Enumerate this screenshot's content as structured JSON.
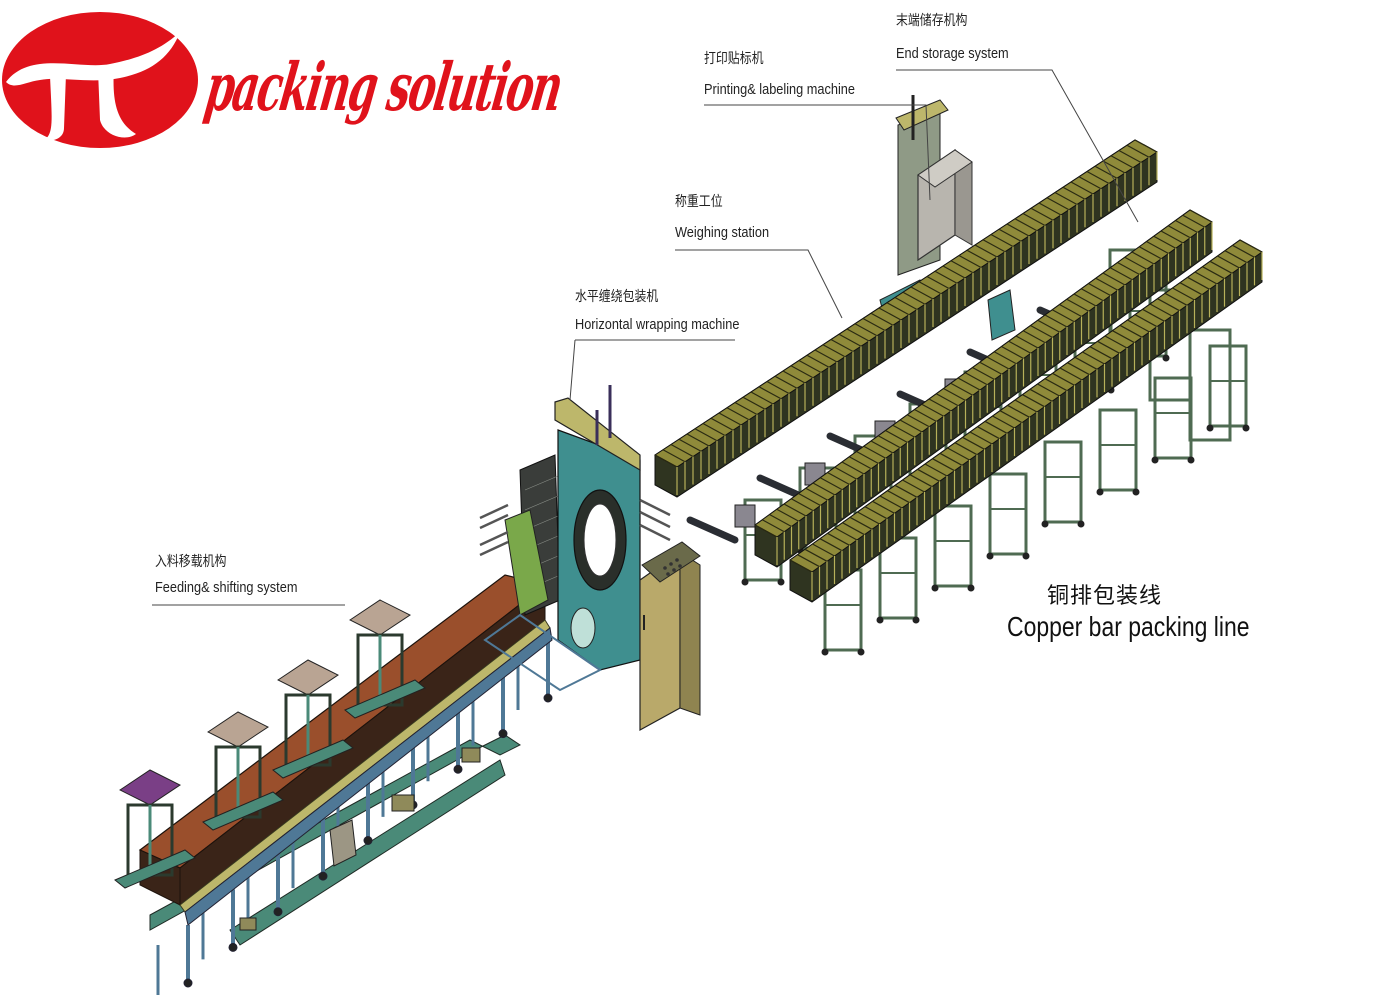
{
  "logo": {
    "symbol": "π",
    "text": "packing solution",
    "color": "#e0121b"
  },
  "title": {
    "cn": "铜排包装线",
    "en": "Copper bar packing line"
  },
  "callouts": [
    {
      "id": "end-storage",
      "cn": "末端储存机构",
      "en": "End storage system"
    },
    {
      "id": "printing-labeling",
      "cn": "打印贴标机",
      "en": "Printing& labeling machine"
    },
    {
      "id": "weighing",
      "cn": "称重工位",
      "en": "Weighing station"
    },
    {
      "id": "wrapping",
      "cn": "水平缠绕包装机",
      "en": "Horizontal wrapping machine"
    },
    {
      "id": "feeding",
      "cn": "入料移载机构",
      "en": "Feeding& shifting system"
    }
  ],
  "colors": {
    "frame_green": "#4f6b52",
    "frame_dark": "#2b3a2e",
    "conveyor_olive": "#8f8a3a",
    "conveyor_slat": "#b7b15a",
    "copper_top": "#9a4f2c",
    "copper_dark": "#3a2418",
    "wrapper_teal": "#3f8f8f",
    "wrapper_yellow": "#bdb76b",
    "panel_khaki": "#b9a96a",
    "frame_blue": "#4f7896",
    "base_teal": "#4a8a78",
    "pedestal_top": "#b9a493",
    "pedestal_purple": "#7a3f86",
    "cabinet_gray": "#b8b5ae"
  }
}
